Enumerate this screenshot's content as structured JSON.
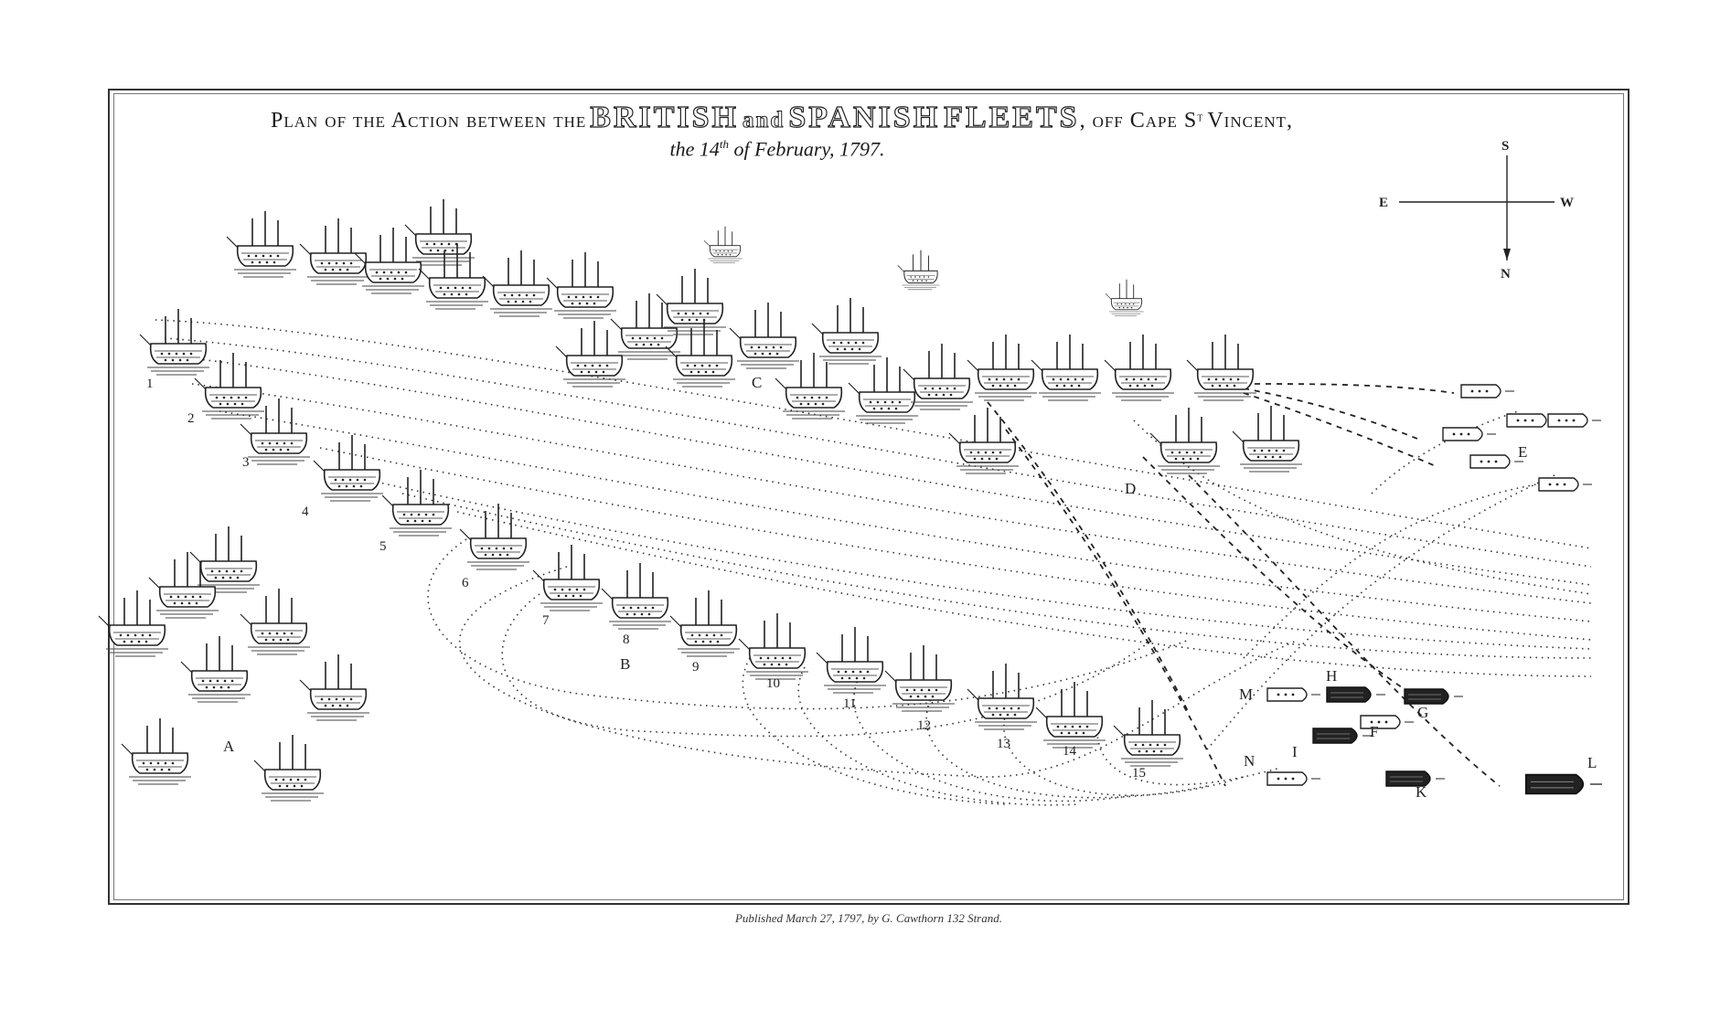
{
  "title": {
    "part1": "Plan of the Action between the",
    "part2": "BRITISH",
    "part3": "and",
    "part4": "SPANISH",
    "part5": "FLEETS",
    "part6": ", off Cape S",
    "part6_sup": "t",
    "part7": "Vincent,"
  },
  "subtitle": {
    "prefix": "the 14",
    "sup": "th",
    "suffix": " of February, 1797."
  },
  "imprint": "Published March 27, 1797, by G. Cawthorn 132 Strand.",
  "compass": {
    "north": "N",
    "south": "S",
    "east": "E",
    "west": "W"
  },
  "british_line_numbers": [
    "1",
    "2",
    "3",
    "4",
    "5",
    "6",
    "7",
    "8",
    "9",
    "10",
    "11",
    "12",
    "13",
    "14",
    "15"
  ],
  "position_labels": [
    "A",
    "B",
    "C",
    "D",
    "E",
    "F",
    "G",
    "H",
    "I",
    "K",
    "L",
    "M",
    "N"
  ],
  "colors": {
    "ink": "#1a1a1a",
    "paper": "#ffffff"
  }
}
